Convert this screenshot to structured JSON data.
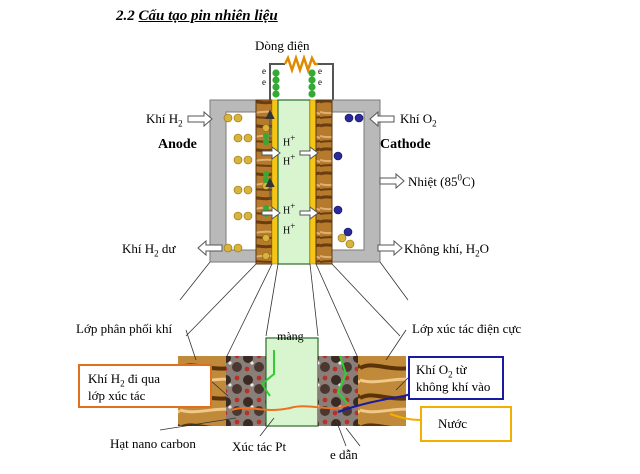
{
  "section": {
    "number": "2.2",
    "title": "Cấu tạo pin nhiên liệu"
  },
  "top_labels": {
    "current": "Dòng điện",
    "electron": "e",
    "h2_in": {
      "text": "Khí H",
      "sub": "2"
    },
    "o2_in": {
      "text": "Khí O",
      "sub": "2"
    },
    "anode": "Anode",
    "cathode": "Cathode",
    "heat": {
      "pre": "Nhiệt (85",
      "sup": "0",
      "post": "C)"
    },
    "h2_out": {
      "text": "Khí H",
      "sub": "2",
      "post": " dư"
    },
    "air_out": {
      "text": "Không khí, H",
      "sub": "2",
      "post": "O"
    },
    "proton": "H",
    "plus": "+"
  },
  "bottom_labels": {
    "gas_diffusion": "Lớp phân phối khí",
    "catalyst_layer": "Lớp xúc tác điện cực",
    "membrane": "màng",
    "h2_box": {
      "line1_pre": "Khí H",
      "line1_sub": "2",
      "line1_post": " đi qua",
      "line2": "lớp xúc tác"
    },
    "o2_box": {
      "line1_pre": "Khí O",
      "line1_sub": "2",
      "line1_post": " từ",
      "line2": "không khí vào"
    },
    "water": "Nước",
    "nano_carbon": "Hạt nano carbon",
    "pt_catalyst": "Xúc tác Pt",
    "e_conduct": "e dẫn"
  },
  "colors": {
    "frame": "#b9b9b9",
    "diffusion_layer": "#8b5a1e",
    "catalyst_strip": "#f5c518",
    "membrane": "#d8f5d0",
    "h2_particle": "#d8b43a",
    "o2_particle": "#2a2a9a",
    "electron": "#33aa33",
    "resistor": "#e08a00",
    "h2_box_border": "#e07020",
    "o2_box_border": "#1a1aa0",
    "water_box_border": "#f0b000"
  }
}
